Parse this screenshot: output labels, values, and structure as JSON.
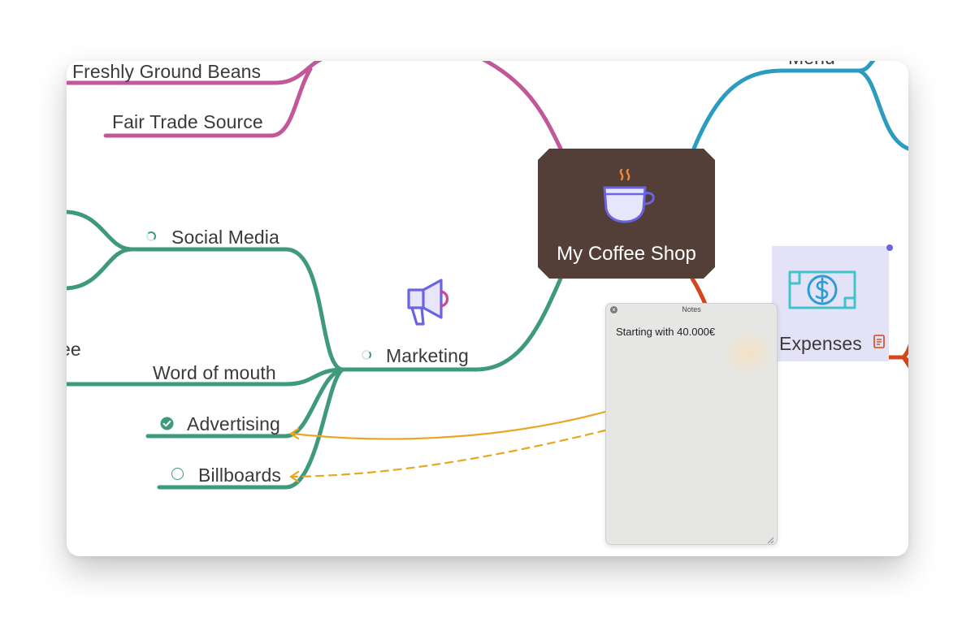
{
  "colors": {
    "marketing": "#3e9a78",
    "coffee_branch": "#c2579a",
    "menu_branch": "#2b9cc0",
    "expenses_branch": "#d4471c",
    "link_arrow": "#e9a621",
    "central_bg": "#533f37",
    "expenses_card_bg": "#e3e2f7",
    "notes_bg": "#e6e7e5"
  },
  "central": {
    "title": "My Coffee Shop",
    "icon": "coffee-cup-icon"
  },
  "topics": {
    "freshly_ground": "Freshly Ground Beans",
    "fair_trade": "Fair Trade Source",
    "menu": "Menu",
    "social_media": "Social Media",
    "marketing": "Marketing",
    "word_of_mouth": "Word of mouth",
    "advertising": "Advertising",
    "billboards": "Billboards",
    "partial_left": "ee",
    "expenses": "Expenses"
  },
  "icons": {
    "marketing": "megaphone-icon",
    "expenses": "dollar-bill-icon",
    "expenses_note": "note-icon",
    "advertising_status": "check-circle-icon",
    "billboards_status": "empty-circle-icon",
    "social_media_progress": "progress-ring-icon",
    "marketing_progress": "progress-ring-icon"
  },
  "notes_panel": {
    "title": "Notes",
    "content": "Starting with 40.000€"
  }
}
